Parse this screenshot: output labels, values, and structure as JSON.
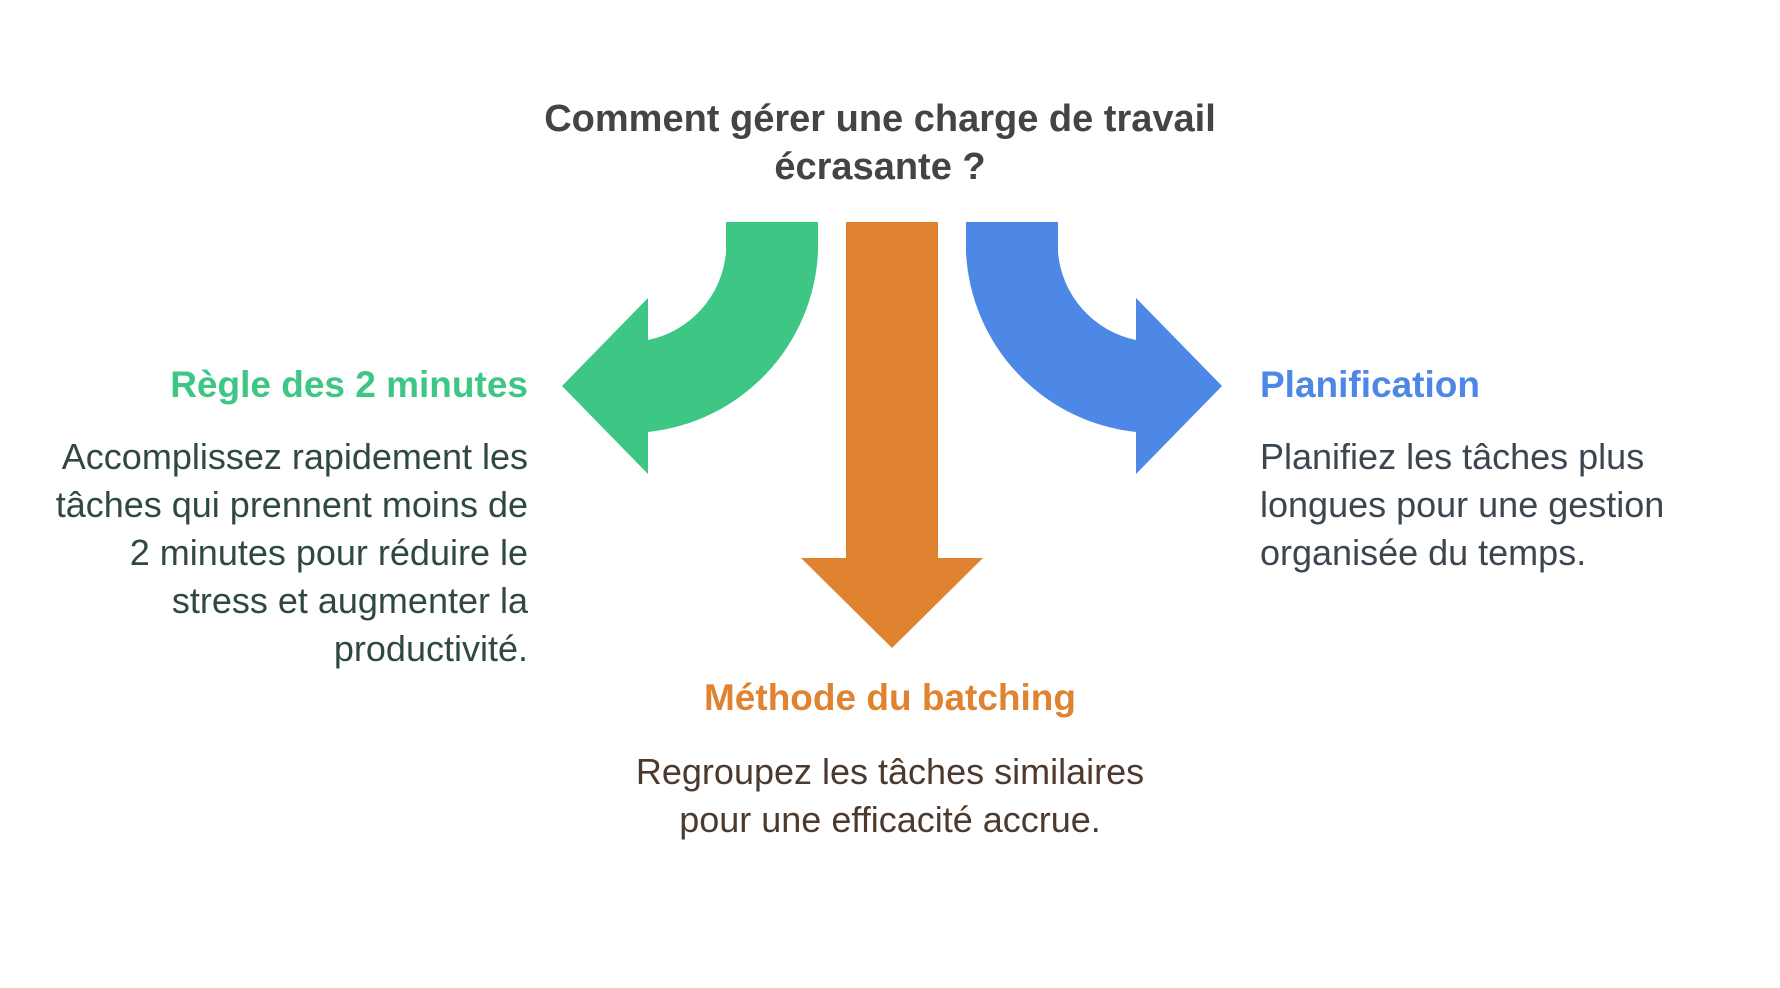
{
  "title": "Comment gérer une charge de travail écrasante ?",
  "branches": [
    {
      "heading": "Règle des 2 minutes",
      "description": "Accomplissez rapidement les tâches qui prennent moins de 2 minutes pour réduire le stress et augmenter la productivité.",
      "color": "#3ec684",
      "direction": "left"
    },
    {
      "heading": "Méthode du batching",
      "description": "Regroupez les tâches similaires pour une efficacité accrue.",
      "color": "#df8330",
      "direction": "down"
    },
    {
      "heading": "Planification",
      "description": "Planifiez les tâches plus longues pour une gestion organisée du temps.",
      "color": "#4e88e6",
      "direction": "right"
    }
  ]
}
